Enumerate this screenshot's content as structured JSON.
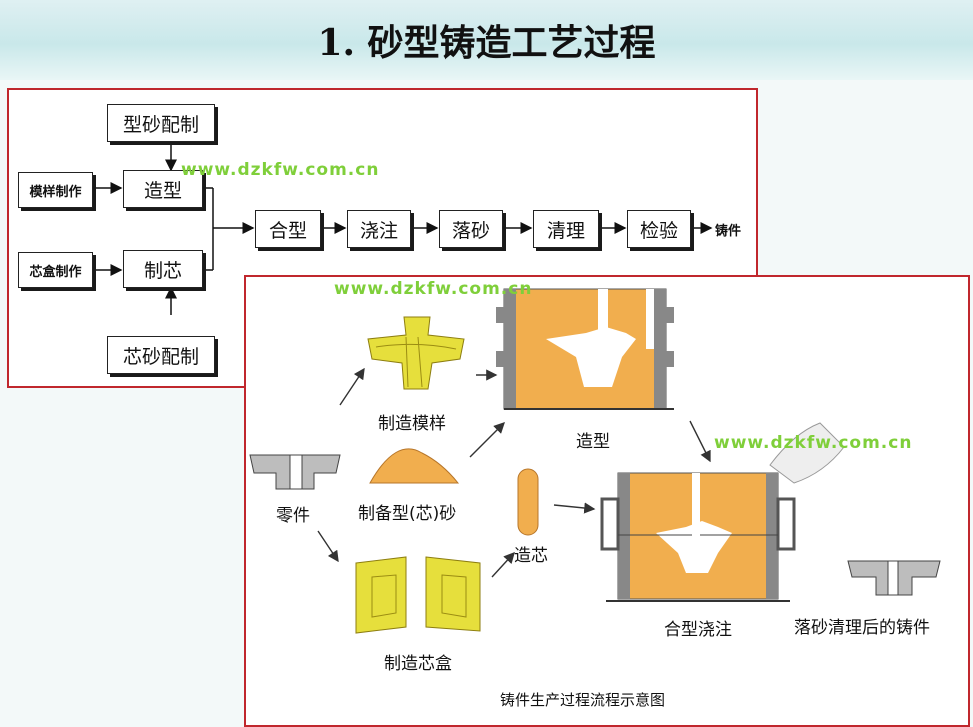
{
  "title": "1. 砂型铸造工艺过程",
  "flow": {
    "molding_sand": "型砂配制",
    "pattern_making": "模样制作",
    "molding": "造型",
    "core_box_making": "芯盒制作",
    "core_making": "制芯",
    "core_sand": "芯砂配制",
    "mold_assembly": "合型",
    "pouring": "浇注",
    "shakeout": "落砂",
    "cleaning": "清理",
    "inspection": "检验",
    "casting": "铸件"
  },
  "diagram": {
    "make_pattern": "制造模样",
    "molding": "造型",
    "part": "零件",
    "prepare_sand": "制备型(芯)砂",
    "core_making": "造芯",
    "make_core_box": "制造芯盒",
    "assemble_pour": "合型浇注",
    "finished_casting": "落砂清理后的铸件",
    "caption": "铸件生产过程流程示意图"
  },
  "watermarks": [
    "www.dzkfw.com.cn",
    "www.dzkfw.com.cn",
    "www.dzkfw.com.cn"
  ],
  "colors": {
    "sand": "#f1ae4e",
    "wood": "#e6df3c",
    "frame": "#c0272d",
    "watermark": "#7fcf3a"
  }
}
